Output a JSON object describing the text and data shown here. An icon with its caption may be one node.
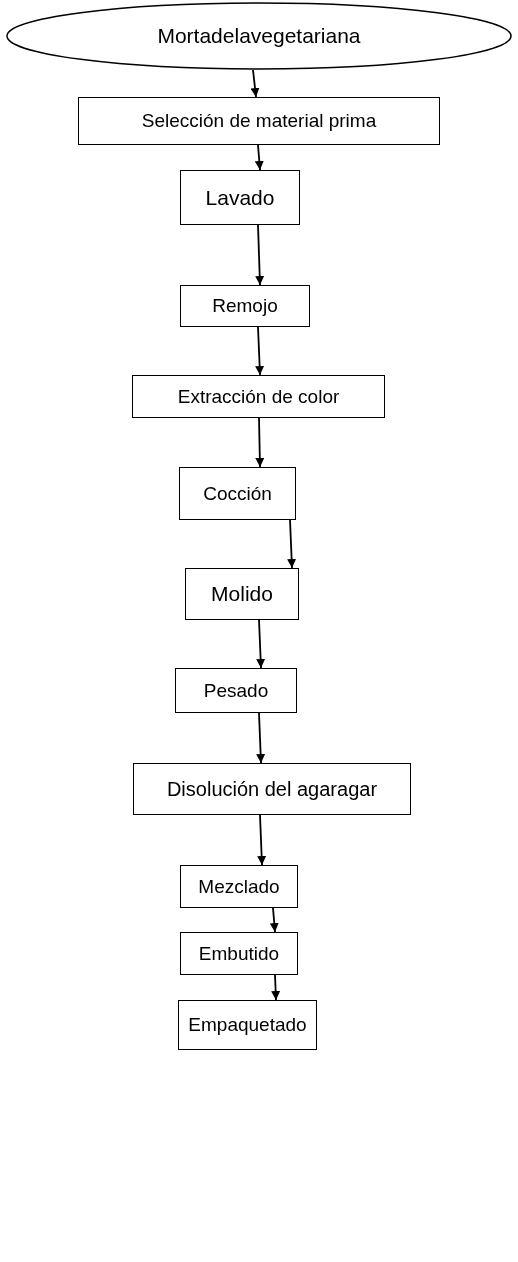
{
  "diagram": {
    "nodes": [
      {
        "text": [
          "Mortadelavegetariana"
        ]
      },
      {
        "text": [
          "Selección de material prima"
        ]
      },
      {
        "text": [
          "Lavado"
        ]
      },
      {
        "text": [
          "Remojo"
        ]
      },
      {
        "text": [
          "Extracción de color"
        ]
      },
      {
        "text": [
          "Cocción"
        ]
      },
      {
        "text": [
          "Molido"
        ]
      },
      {
        "text": [
          "Pesado"
        ]
      },
      {
        "text": [
          "Disolución del agaragar"
        ]
      },
      {
        "text": [
          "Mezclado"
        ]
      },
      {
        "text": [
          "Embutido"
        ]
      },
      {
        "text": [
          "Empaquetado"
        ]
      }
    ],
    "edges": [
      {
        "from": 0,
        "to": 1,
        "arrow": "to"
      },
      {
        "from": 1,
        "to": 2,
        "arrow": "to"
      },
      {
        "from": 2,
        "to": 3,
        "arrow": "to"
      },
      {
        "from": 3,
        "to": 4,
        "arrow": "to"
      },
      {
        "from": 4,
        "to": 5,
        "arrow": "to"
      },
      {
        "from": 5,
        "to": 6,
        "arrow": "to"
      },
      {
        "from": 6,
        "to": 7,
        "arrow": "to"
      },
      {
        "from": 7,
        "to": 8,
        "arrow": "to"
      },
      {
        "from": 8,
        "to": 9,
        "arrow": "to"
      },
      {
        "from": 9,
        "to": 10,
        "arrow": "to"
      },
      {
        "from": 10,
        "to": 11,
        "arrow": "to"
      }
    ]
  }
}
